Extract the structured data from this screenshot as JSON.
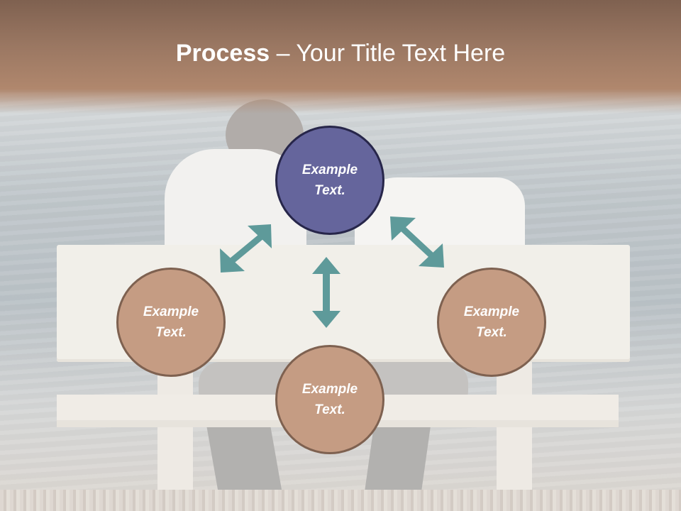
{
  "slide": {
    "title_bold": "Process",
    "title_rest": " – Your Title Text Here"
  },
  "diagram": {
    "nodes": [
      {
        "id": "top",
        "line1": "Example",
        "line2": "Text.",
        "color": "#65659c",
        "border": "#27264a"
      },
      {
        "id": "left",
        "line1": "Example",
        "line2": "Text.",
        "color": "#c59c83",
        "border": "#7e6150"
      },
      {
        "id": "bottom",
        "line1": "Example",
        "line2": "Text.",
        "color": "#c59c83",
        "border": "#7e6150"
      },
      {
        "id": "right",
        "line1": "Example",
        "line2": "Text.",
        "color": "#c59c83",
        "border": "#7e6150"
      }
    ],
    "arrows": [
      {
        "from": "top",
        "to": "left",
        "type": "double-headed"
      },
      {
        "from": "top",
        "to": "bottom",
        "type": "double-headed"
      },
      {
        "from": "top",
        "to": "right",
        "type": "double-headed"
      }
    ],
    "arrow_color": "#5e9a9a"
  }
}
